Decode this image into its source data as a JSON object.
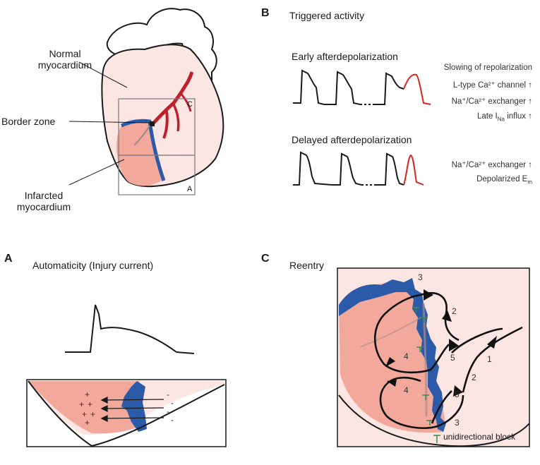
{
  "heart": {
    "labels": {
      "normal_line1": "Normal",
      "normal_line2": "myocardium",
      "border_zone": "Border zone",
      "infarcted_line1": "Infarcted",
      "infarcted_line2": "myocardium",
      "box_c": "C",
      "box_a": "A"
    }
  },
  "panel_b": {
    "letter": "B",
    "title": "Triggered activity",
    "ead_title": "Early afterdepolarization",
    "dad_title": "Delayed afterdepolarization",
    "ead_mechanisms": [
      "Slowing of repolarization",
      "L-type Ca²⁺ channel ↑",
      "Na⁺/Ca²⁺ exchanger ↑",
      "Late I_Na influx ↑"
    ],
    "ead_line4_pre": "Late I",
    "ead_line4_sub": "Na",
    "ead_line4_post": " influx ↑",
    "dad_mechanisms": [
      "Na⁺/Ca²⁺ exchanger ↑",
      "Depolarized E_m"
    ],
    "dad_line2_pre": "Depolarized E",
    "dad_line2_sub": "m"
  },
  "panel_a": {
    "letter": "A",
    "title": "Automaticity (Injury current)",
    "plus_sign": "+",
    "minus_sign": "-"
  },
  "panel_c": {
    "letter": "C",
    "title": "Reentry",
    "path_numbers": [
      "1",
      "2",
      "2",
      "3",
      "3",
      "4",
      "4",
      "5",
      "5"
    ],
    "legend_symbol": "T",
    "legend_label": "unidirectional block"
  },
  "colors": {
    "normal_tissue": "#fbe6e3",
    "infarct_tissue": "#f2a99c",
    "border_zone": "#2a5aa8",
    "coronary_artery": "#c0202b",
    "trigger_beat": "#d9241f",
    "block_marker": "#3f8a4a"
  }
}
